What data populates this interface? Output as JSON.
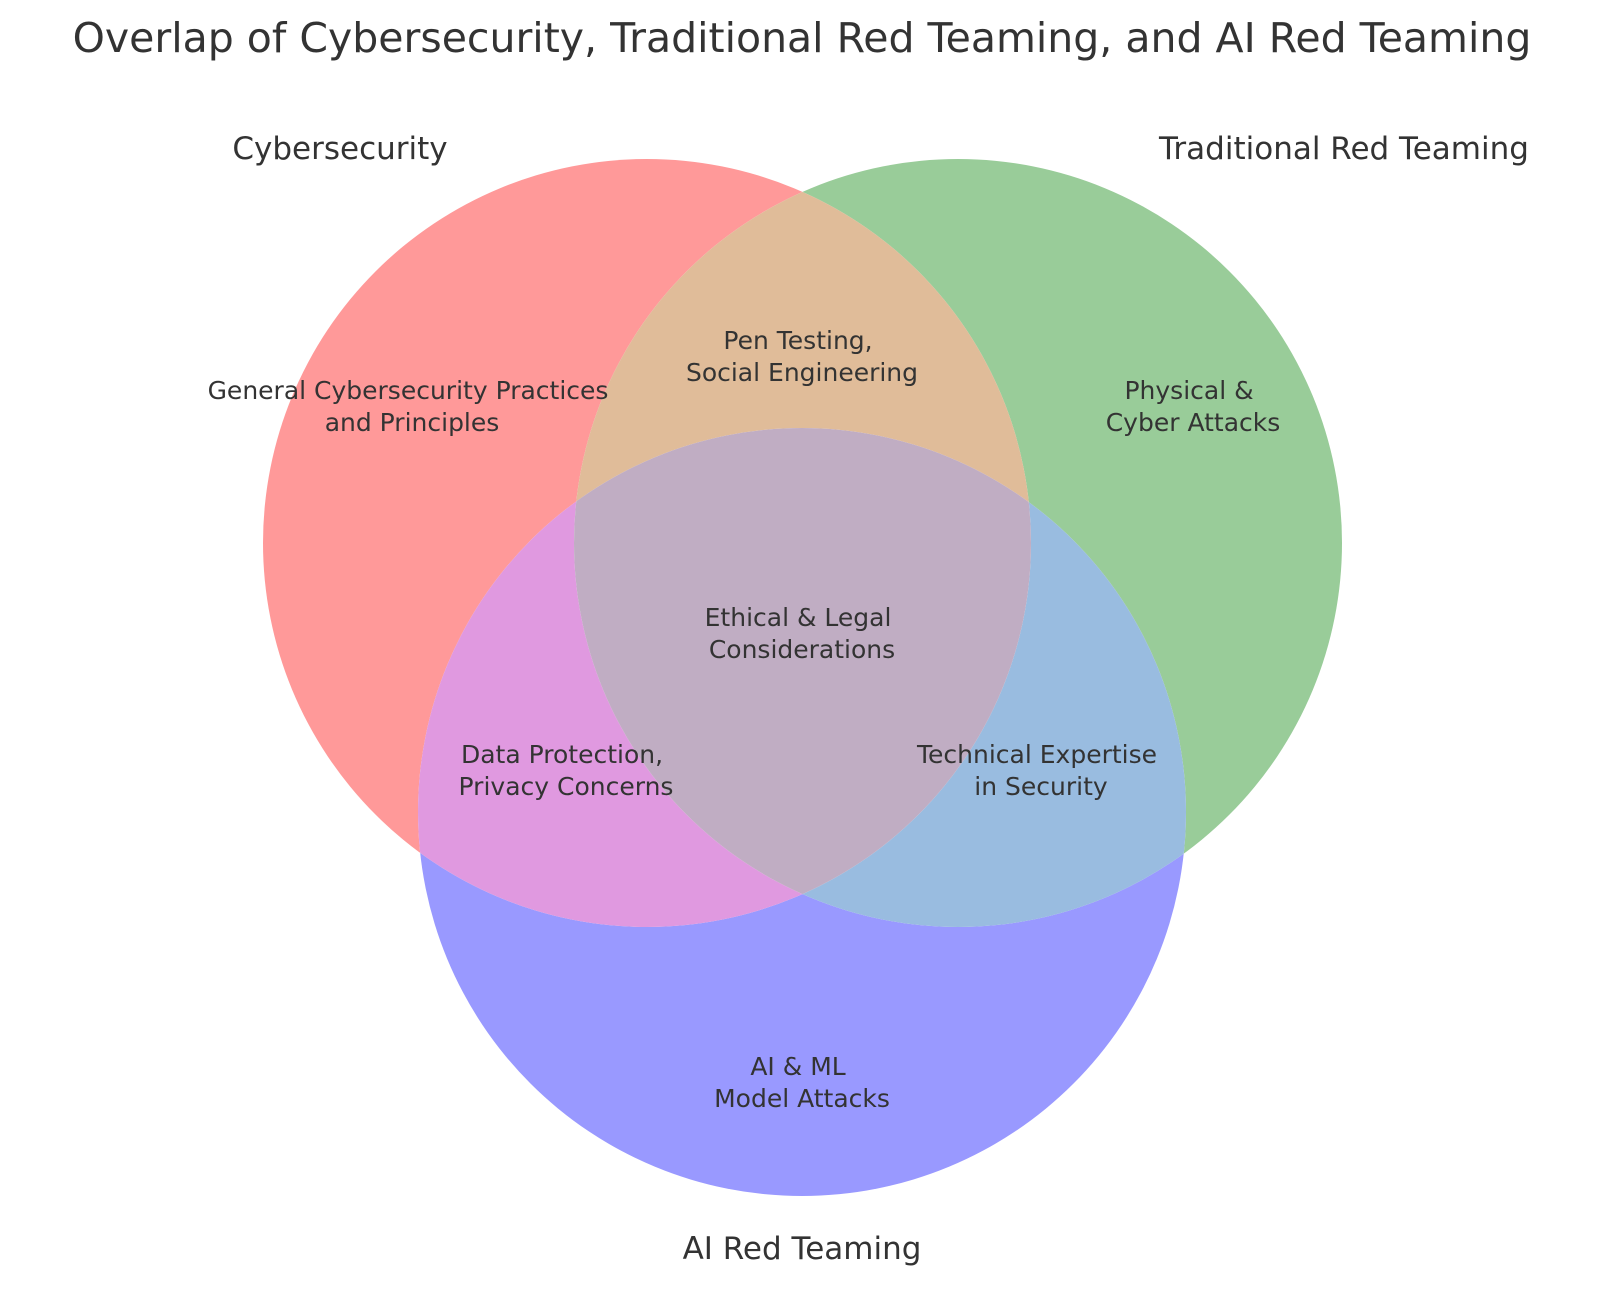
{
  "title": "Overlap of Cybersecurity, Traditional Red Teaming, and AI Red Teaming",
  "sets": [
    {
      "id": "cyber",
      "name": "Cybersecurity",
      "color": "#ff9999"
    },
    {
      "id": "trad",
      "name": "Traditional Red Teaming",
      "color": "#99cc99"
    },
    {
      "id": "ai",
      "name": "AI Red Teaming",
      "color": "#9999ff"
    }
  ],
  "regions": [
    {
      "sets": [
        "cyber"
      ],
      "lines": [
        "General Cybersecurity Practices",
        "and Principles"
      ],
      "color": "#ff9999"
    },
    {
      "sets": [
        "trad"
      ],
      "lines": [
        "Physical &",
        "Cyber Attacks"
      ],
      "color": "#99cc99"
    },
    {
      "sets": [
        "ai"
      ],
      "lines": [
        "AI & ML",
        "Model Attacks"
      ],
      "color": "#9999ff"
    },
    {
      "sets": [
        "cyber",
        "trad"
      ],
      "lines": [
        "Pen Testing,",
        "Social Engineering"
      ],
      "color": "#e0bc99"
    },
    {
      "sets": [
        "cyber",
        "ai"
      ],
      "lines": [
        "Data Protection,",
        "Privacy Concerns"
      ],
      "color": "#e099e0"
    },
    {
      "sets": [
        "trad",
        "ai"
      ],
      "lines": [
        "Technical Expertise",
        "in Security"
      ],
      "color": "#99bce0"
    },
    {
      "sets": [
        "cyber",
        "trad",
        "ai"
      ],
      "lines": [
        "Ethical & Legal",
        "Considerations"
      ],
      "color": "#c0adc3"
    }
  ]
}
